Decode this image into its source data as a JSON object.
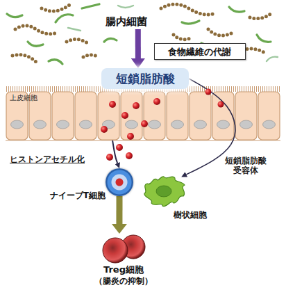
{
  "diagram": {
    "nodes": [
      {
        "text": [
          "腸内細菌"
        ]
      },
      {
        "text": [
          "食物繊維の代謝"
        ]
      },
      {
        "text": [
          "短鎖脂肪酸"
        ]
      },
      {
        "text": [
          "上皮細胞"
        ]
      },
      {
        "text": [
          "ナイーブT細胞"
        ]
      },
      {
        "text": [
          "樹状細胞"
        ]
      },
      {
        "text": [
          "Treg細胞",
          "（腸炎の抑制）"
        ]
      }
    ],
    "edges": [
      {
        "from": 0,
        "to": 2,
        "arrow": "to"
      },
      {
        "from": 2,
        "to": 5,
        "label": "短鎖脂肪酸 受容体",
        "arrow": "to"
      },
      {
        "from": 3,
        "to": 4,
        "label": "ヒストンアセチル化",
        "arrow": "to"
      },
      {
        "from": 4,
        "to": 6,
        "arrow": "to"
      }
    ]
  }
}
